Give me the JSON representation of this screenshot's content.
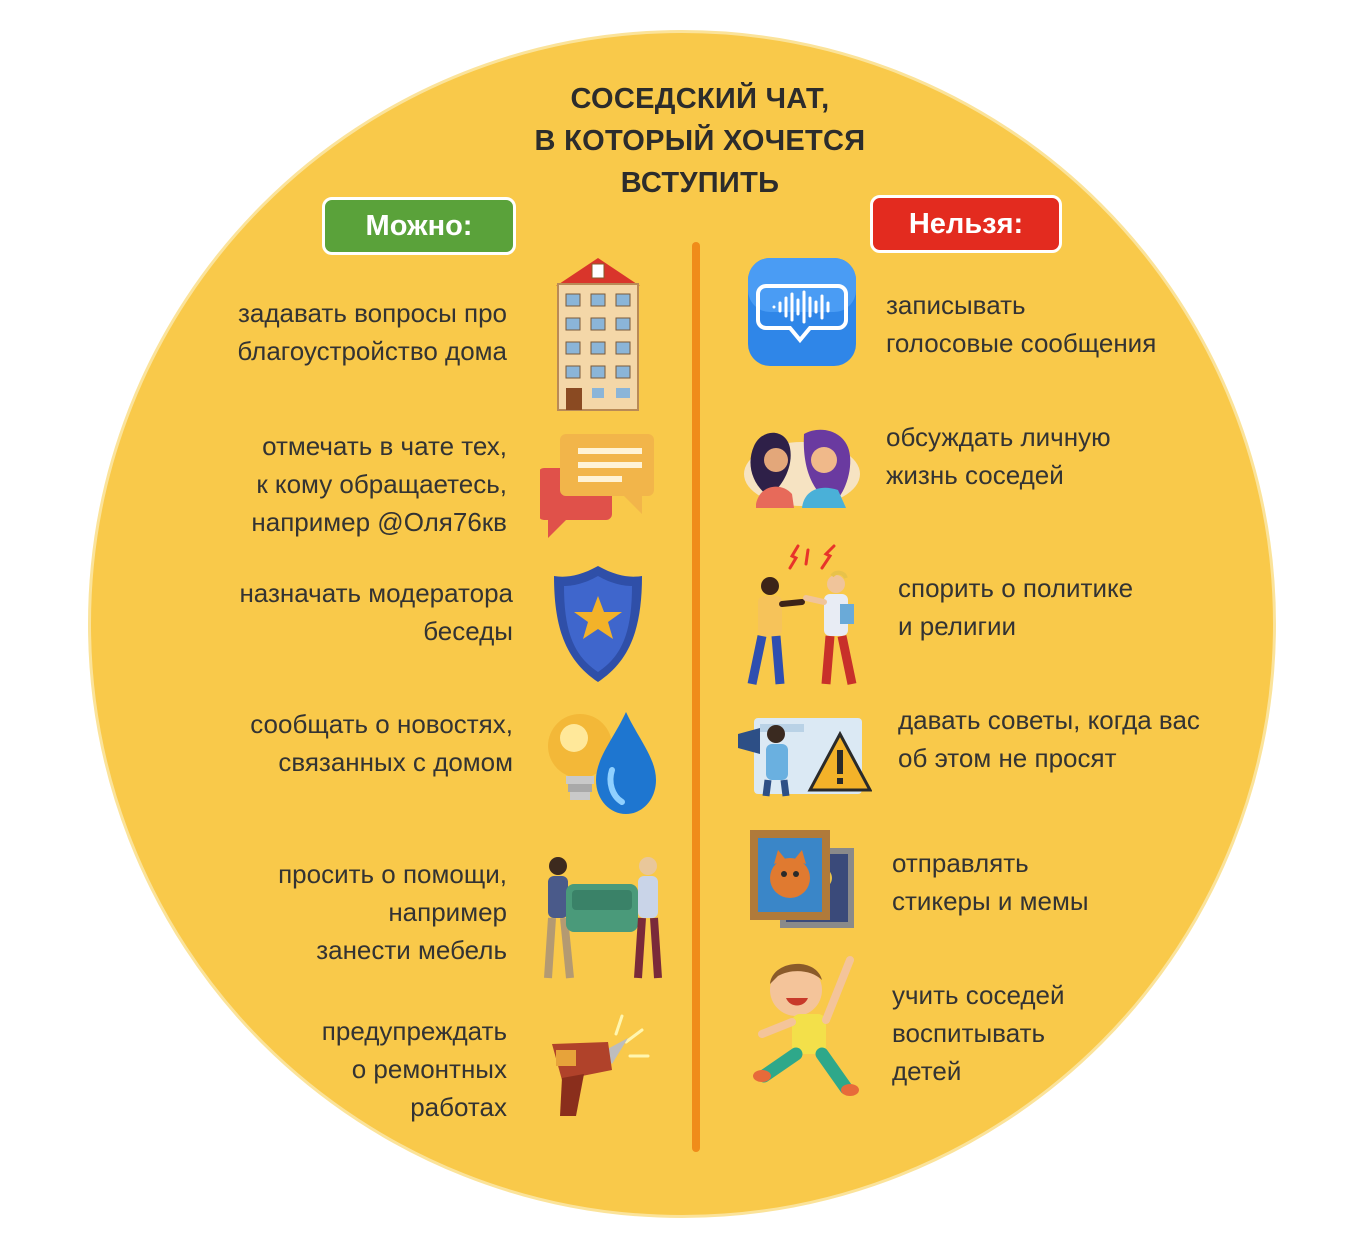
{
  "title": {
    "line1": "СОСЕДСКИЙ ЧАТ,",
    "line2": "В КОТОРЫЙ ХОЧЕТСЯ",
    "line3": "ВСТУПИТЬ"
  },
  "can": {
    "label": "Можно:",
    "color": "#5aa23a",
    "items": [
      {
        "lines": [
          "задавать вопросы про",
          "благоустройство дома"
        ],
        "icon": "apartment-building-icon"
      },
      {
        "lines": [
          "отмечать в чате тех,",
          "к кому обращаетесь,",
          "например @Оля76кв"
        ],
        "icon": "chat-bubbles-icon"
      },
      {
        "lines": [
          "назначать модератора",
          "беседы"
        ],
        "icon": "shield-star-icon"
      },
      {
        "lines": [
          "сообщать о новостях,",
          "связанных с домом"
        ],
        "icon": "lightbulb-water-drop-icon"
      },
      {
        "lines": [
          "просить о помощи,",
          "например",
          "занести мебель"
        ],
        "icon": "people-carrying-sofa-icon"
      },
      {
        "lines": [
          "предупреждать",
          "о ремонтных",
          "работах"
        ],
        "icon": "drill-icon"
      }
    ]
  },
  "cannot": {
    "label": "Нельзя:",
    "color": "#e32b1f",
    "items": [
      {
        "lines": [
          "записывать",
          "голосовые сообщения"
        ],
        "icon": "voice-message-icon"
      },
      {
        "lines": [
          "обсуждать личную",
          "жизнь соседей"
        ],
        "icon": "gossiping-women-icon"
      },
      {
        "lines": [
          "спорить о политике",
          "и религии"
        ],
        "icon": "people-arguing-icon"
      },
      {
        "lines": [
          "давать советы, когда вас",
          "об этом не просят"
        ],
        "icon": "megaphone-warning-icon"
      },
      {
        "lines": [
          "отправлять",
          "стикеры и мемы"
        ],
        "icon": "picture-frames-icon"
      },
      {
        "lines": [
          "учить соседей",
          "воспитывать",
          "детей"
        ],
        "icon": "jumping-child-icon"
      }
    ]
  }
}
